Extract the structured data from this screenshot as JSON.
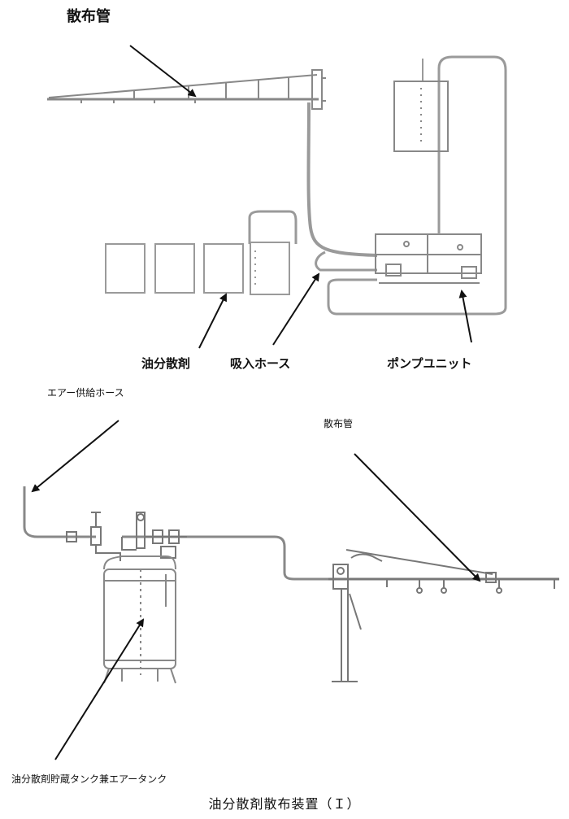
{
  "labels": {
    "spray_pipe_top": "散布管",
    "dispersant": "油分散剤",
    "suction_hose": "吸入ホース",
    "pump_unit": "ポンプユニット",
    "air_supply_hose": "エアー供給ホース",
    "spray_pipe_bottom": "散布管",
    "tank": "油分散剤貯蔵タンク兼エアータンク"
  },
  "caption": "油分散剤散布装置（Ｉ）"
}
